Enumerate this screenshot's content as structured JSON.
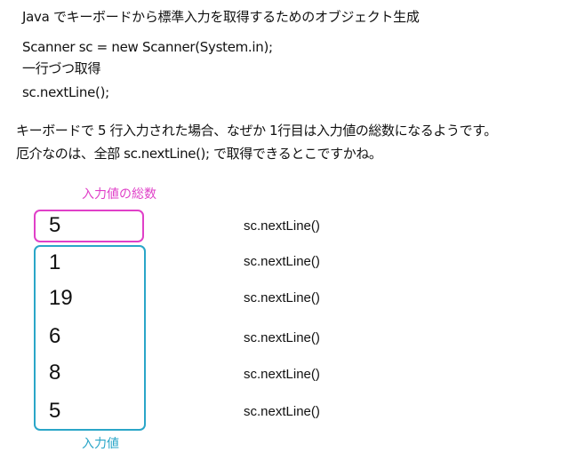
{
  "intro": {
    "lines": [
      "Java でキーボードから標準入力を取得するためのオブジェクト生成",
      "Scanner sc = new Scanner(System.in);",
      "一行づつ取得",
      "sc.nextLine();"
    ]
  },
  "explanation": {
    "lines": [
      "キーボードで 5 行入力された場合、なぜか 1行目は入力値の総数になるようです。",
      "厄介なのは、全部 sc.nextLine(); で取得できるとこですかね。"
    ]
  },
  "diagram": {
    "total_label": "入力値の総数",
    "input_label": "入力値",
    "colors": {
      "total": "#e040c8",
      "input": "#2aa6c8"
    },
    "rows": [
      {
        "value": "5",
        "call": "sc.nextLine()"
      },
      {
        "value": "1",
        "call": "sc.nextLine()"
      },
      {
        "value": "19",
        "call": "sc.nextLine()"
      },
      {
        "value": "6",
        "call": "sc.nextLine()"
      },
      {
        "value": "8",
        "call": "sc.nextLine()"
      },
      {
        "value": "5",
        "call": "sc.nextLine()"
      }
    ]
  }
}
